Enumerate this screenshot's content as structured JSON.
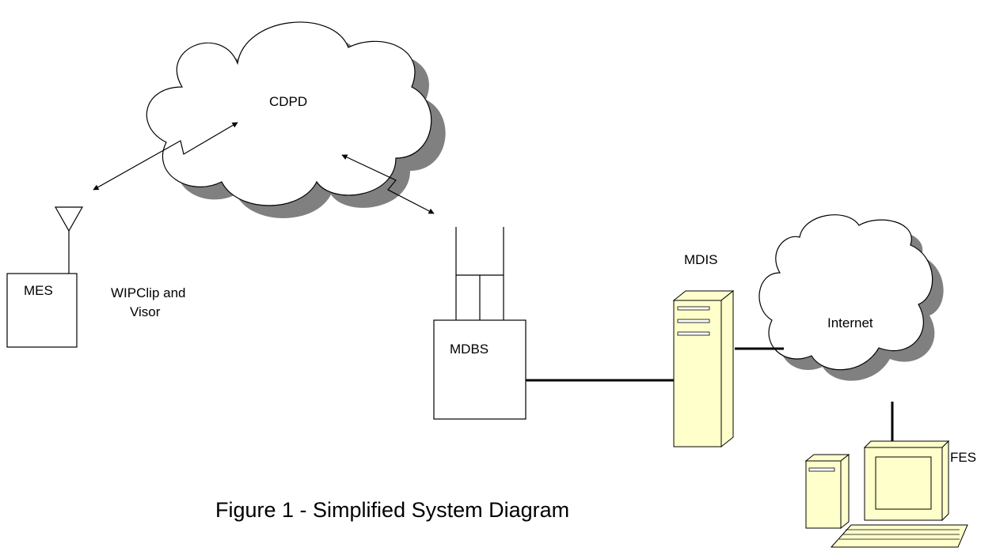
{
  "labels": {
    "cdpd": "CDPD",
    "mes": "MES",
    "wipclip_line1": "WIPClip and",
    "wipclip_line2": "Visor",
    "mdbs": "MDBS",
    "mdis": "MDIS",
    "internet": "Internet",
    "fes": "FES"
  },
  "caption": "Figure 1 - Simplified System Diagram",
  "colors": {
    "line": "#000000",
    "cloud_fill": "#ffffff",
    "cloud_shadow": "#808080",
    "server_fill": "#ffffcc"
  }
}
